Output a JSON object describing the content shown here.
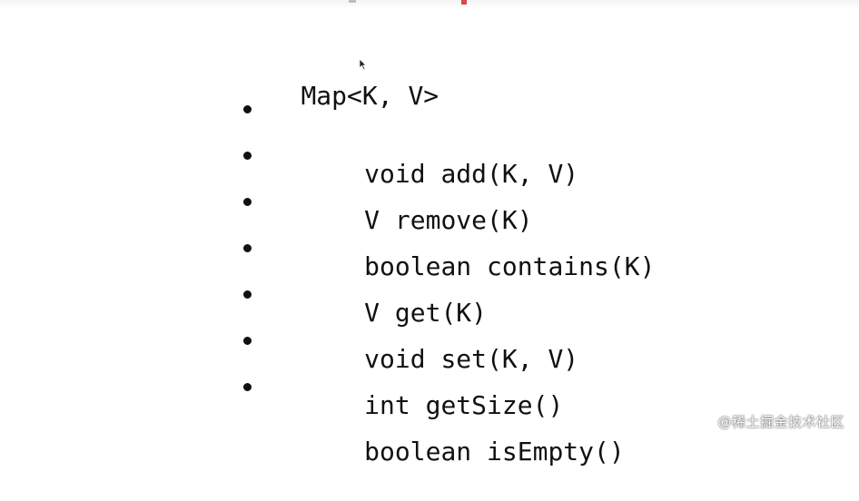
{
  "slide": {
    "heading": "Map<K, V>",
    "methods": [
      "void add(K, V)",
      "V remove(K)",
      "boolean contains(K)",
      "V get(K)",
      "void set(K, V)",
      "int getSize()",
      "boolean isEmpty()"
    ]
  },
  "watermark": "@稀土掘金技术社区",
  "colors": {
    "text": "#111111",
    "background": "#ffffff",
    "accent_red": "#d94a4a"
  },
  "icons": {
    "cursor": "mouse-pointer-icon",
    "bullet": "bullet-dot-icon"
  }
}
